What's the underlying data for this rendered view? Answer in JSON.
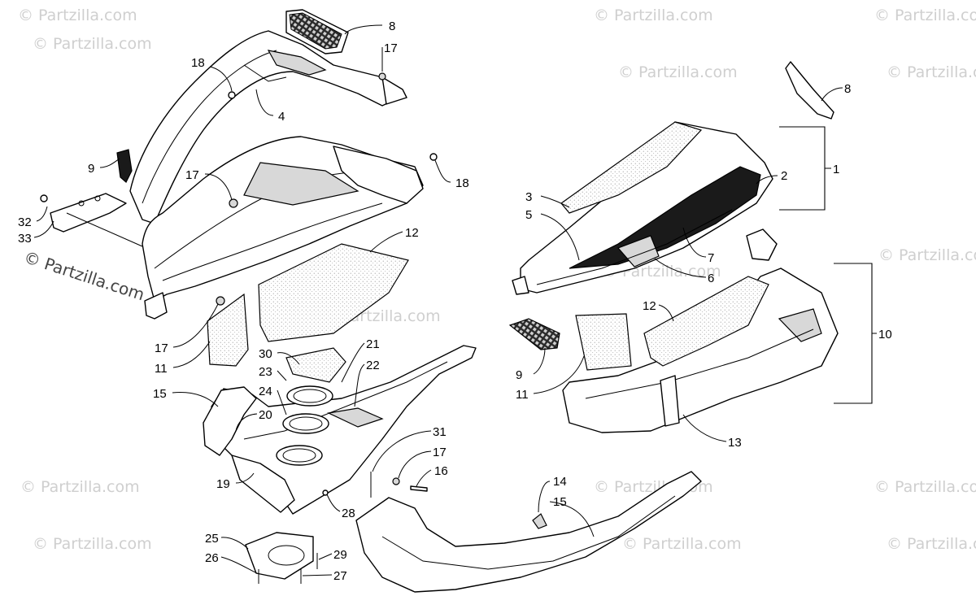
{
  "watermark": {
    "text": "© Partzilla.com"
  },
  "callouts": [
    {
      "label": "8",
      "name": "callout-8-upper-left"
    },
    {
      "label": "17",
      "name": "callout-17-top"
    },
    {
      "label": "18",
      "name": "callout-18-top"
    },
    {
      "label": "4",
      "name": "callout-4"
    },
    {
      "label": "9",
      "name": "callout-9-left"
    },
    {
      "label": "17",
      "name": "callout-17-mid"
    },
    {
      "label": "18",
      "name": "callout-18-right"
    },
    {
      "label": "32",
      "name": "callout-32"
    },
    {
      "label": "33",
      "name": "callout-33"
    },
    {
      "label": "12",
      "name": "callout-12-left"
    },
    {
      "label": "17",
      "name": "callout-17-lower"
    },
    {
      "label": "11",
      "name": "callout-11-left"
    },
    {
      "label": "30",
      "name": "callout-30"
    },
    {
      "label": "23",
      "name": "callout-23"
    },
    {
      "label": "24",
      "name": "callout-24"
    },
    {
      "label": "21",
      "name": "callout-21"
    },
    {
      "label": "22",
      "name": "callout-22"
    },
    {
      "label": "15",
      "name": "callout-15-left"
    },
    {
      "label": "20",
      "name": "callout-20"
    },
    {
      "label": "19",
      "name": "callout-19"
    },
    {
      "label": "31",
      "name": "callout-31"
    },
    {
      "label": "17",
      "name": "callout-17-bottom"
    },
    {
      "label": "16",
      "name": "callout-16"
    },
    {
      "label": "28",
      "name": "callout-28"
    },
    {
      "label": "25",
      "name": "callout-25"
    },
    {
      "label": "26",
      "name": "callout-26"
    },
    {
      "label": "29",
      "name": "callout-29"
    },
    {
      "label": "27",
      "name": "callout-27"
    },
    {
      "label": "14",
      "name": "callout-14"
    },
    {
      "label": "15",
      "name": "callout-15-right"
    },
    {
      "label": "8",
      "name": "callout-8-right"
    },
    {
      "label": "2",
      "name": "callout-2"
    },
    {
      "label": "1",
      "name": "callout-1"
    },
    {
      "label": "3",
      "name": "callout-3"
    },
    {
      "label": "5",
      "name": "callout-5"
    },
    {
      "label": "7",
      "name": "callout-7"
    },
    {
      "label": "6",
      "name": "callout-6"
    },
    {
      "label": "12",
      "name": "callout-12-right"
    },
    {
      "label": "10",
      "name": "callout-10"
    },
    {
      "label": "9",
      "name": "callout-9-right"
    },
    {
      "label": "11",
      "name": "callout-11-right"
    },
    {
      "label": "13",
      "name": "callout-13"
    }
  ]
}
